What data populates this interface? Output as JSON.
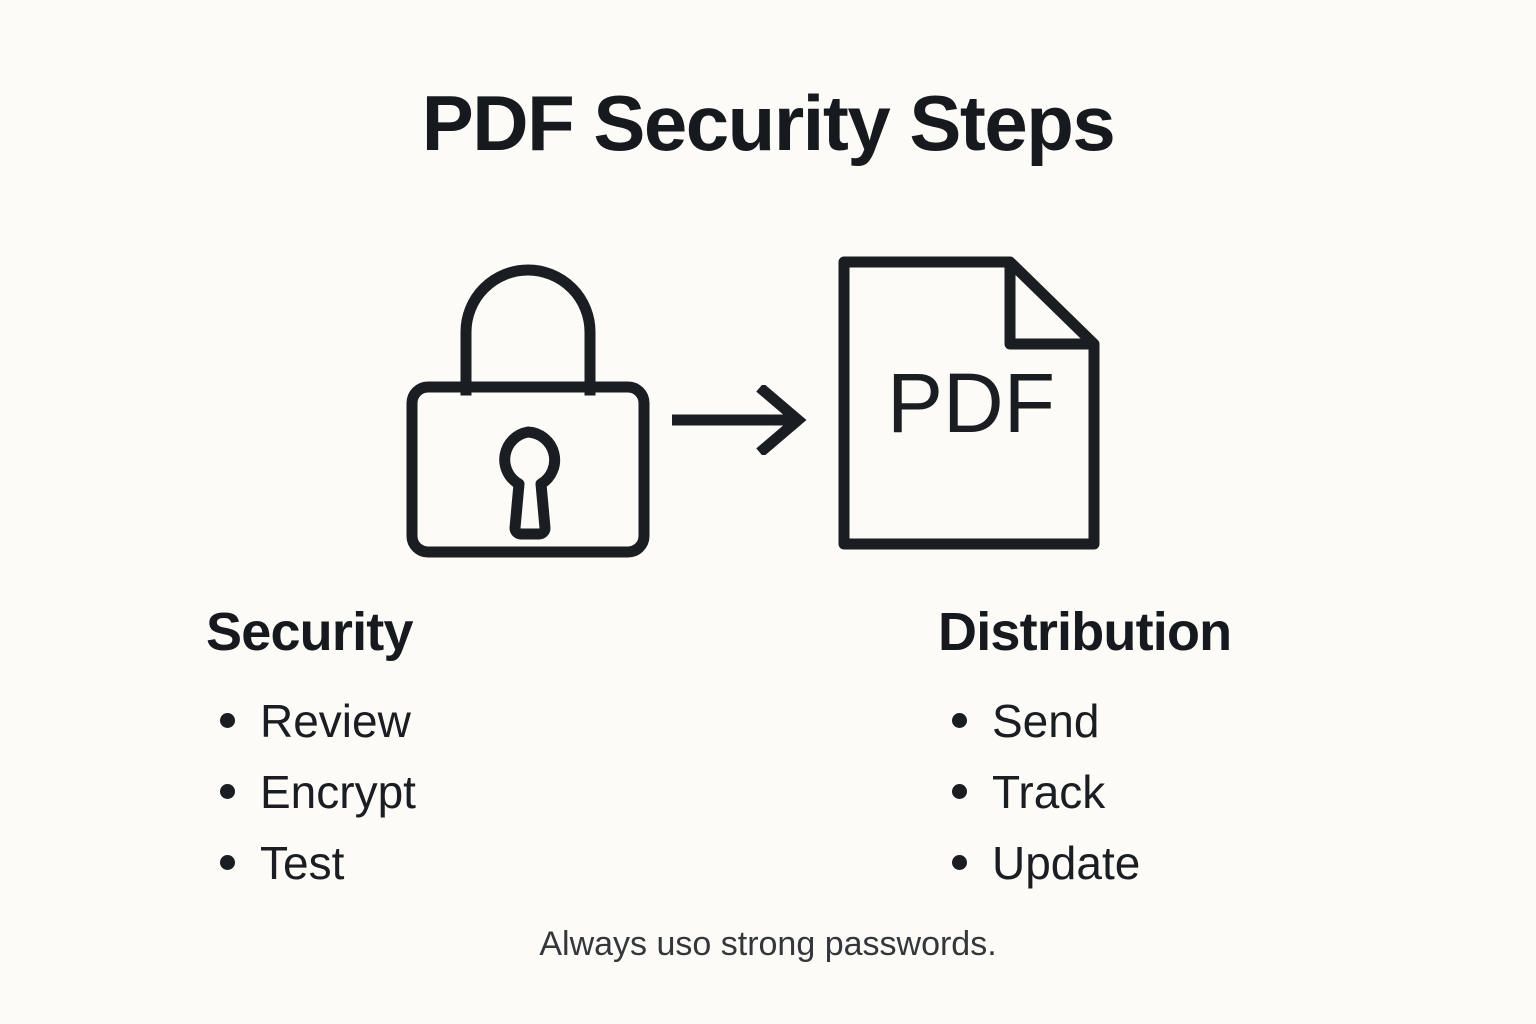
{
  "page": {
    "title": "PDF Security Steps",
    "background_color": "#FCFBF8",
    "ink_color": "#16191D"
  },
  "graphic": {
    "lock": {
      "icon_name": "lock-icon",
      "description": "closed padlock"
    },
    "arrow": {
      "icon_name": "arrow-right-icon",
      "description": "rightward arrow from lock to PDF document"
    },
    "document": {
      "icon_name": "pdf-document-icon",
      "label": "PDF",
      "description": "document page with folded top-right corner"
    }
  },
  "columns": [
    {
      "heading": "Security",
      "items": [
        "Review",
        "Encrypt",
        "Test"
      ]
    },
    {
      "heading": "Distribution",
      "items": [
        "Send",
        "Track",
        "Update"
      ]
    }
  ],
  "footer": {
    "note": "Always uso strong passwords."
  }
}
